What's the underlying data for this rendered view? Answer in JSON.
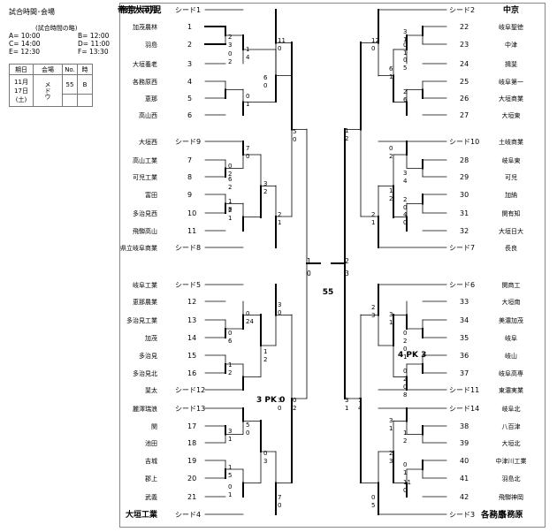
{
  "info": {
    "title": "試合時間･会場",
    "subtitle": "(試合時間の略)",
    "slots": [
      {
        "label": "A= 10:00",
        "side": "left"
      },
      {
        "label": "B= 12:00",
        "side": "right"
      },
      {
        "label": "C= 14:00",
        "side": "left"
      },
      {
        "label": "D= 11:00",
        "side": "right"
      },
      {
        "label": "E= 12:30",
        "side": "left"
      },
      {
        "label": "F= 13:30",
        "side": "right"
      }
    ],
    "table": {
      "headers": [
        "期日",
        "会場",
        "No.",
        "時"
      ],
      "date_lines": [
        "11月",
        "17日",
        "(土)"
      ],
      "venue": "メドウ",
      "no": "55",
      "time": "B"
    }
  },
  "champion": {
    "left": "帝京大可児",
    "right": "各務原"
  },
  "final": {
    "no": "55",
    "left_score": "1",
    "left_score2": "0",
    "right_score": "2",
    "right_score2": "3"
  },
  "left_teams": [
    {
      "name": "帝京大可児",
      "num": "シード1"
    },
    {
      "name": "加茂農林",
      "num": "1"
    },
    {
      "name": "羽島",
      "num": "2"
    },
    {
      "name": "大垣養老",
      "num": "3"
    },
    {
      "name": "各務原西",
      "num": "4"
    },
    {
      "name": "恵那",
      "num": "5"
    },
    {
      "name": "高山西",
      "num": "6"
    },
    {
      "name": "大垣西",
      "num": "シード9"
    },
    {
      "name": "高山工業",
      "num": "7"
    },
    {
      "name": "可児工業",
      "num": "8"
    },
    {
      "name": "富田",
      "num": "9"
    },
    {
      "name": "多治見西",
      "num": "10"
    },
    {
      "name": "飛騨高山",
      "num": "11"
    },
    {
      "name": "県立岐阜商業",
      "num": "シード8"
    },
    {
      "name": "岐阜工業",
      "num": "シード5"
    },
    {
      "name": "恵那農業",
      "num": "12"
    },
    {
      "name": "多治見工業",
      "num": "13"
    },
    {
      "name": "加茂",
      "num": "14"
    },
    {
      "name": "多治見",
      "num": "15"
    },
    {
      "name": "多治見北",
      "num": "16"
    },
    {
      "name": "斐太",
      "num": "シード12"
    },
    {
      "name": "麗澤瑞浪",
      "num": "シード13"
    },
    {
      "name": "関",
      "num": "17"
    },
    {
      "name": "池田",
      "num": "18"
    },
    {
      "name": "吉城",
      "num": "19"
    },
    {
      "name": "郡上",
      "num": "20"
    },
    {
      "name": "武義",
      "num": "21"
    },
    {
      "name": "大垣工業",
      "num": "シード4"
    }
  ],
  "right_teams": [
    {
      "name": "中京",
      "num": "シード2"
    },
    {
      "name": "岐阜聖徳",
      "num": "22"
    },
    {
      "name": "中津",
      "num": "23"
    },
    {
      "name": "揖斐",
      "num": "24"
    },
    {
      "name": "岐阜第一",
      "num": "25"
    },
    {
      "name": "大垣商業",
      "num": "26"
    },
    {
      "name": "大垣東",
      "num": "27"
    },
    {
      "name": "土岐商業",
      "num": "シード10"
    },
    {
      "name": "岐阜東",
      "num": "28"
    },
    {
      "name": "可児",
      "num": "29"
    },
    {
      "name": "加納",
      "num": "30"
    },
    {
      "name": "関有知",
      "num": "31"
    },
    {
      "name": "大垣日大",
      "num": "32"
    },
    {
      "name": "長良",
      "num": "シード7"
    },
    {
      "name": "関商工",
      "num": "シード6"
    },
    {
      "name": "大垣南",
      "num": "33"
    },
    {
      "name": "美濃加茂",
      "num": "34"
    },
    {
      "name": "岐阜",
      "num": "35"
    },
    {
      "name": "岐山",
      "num": "36"
    },
    {
      "name": "岐阜高専",
      "num": "37"
    },
    {
      "name": "東濃実業",
      "num": "シード11"
    },
    {
      "name": "岐阜北",
      "num": "シード14"
    },
    {
      "name": "八百津",
      "num": "38"
    },
    {
      "name": "大垣北",
      "num": "39"
    },
    {
      "name": "中津川工業",
      "num": "40"
    },
    {
      "name": "羽島北",
      "num": "41"
    },
    {
      "name": "飛騨神岡",
      "num": "42"
    },
    {
      "name": "各務原",
      "num": "シード3"
    }
  ],
  "left_scores": [
    [
      "11",
      "0"
    ],
    [
      "2",
      "3"
    ],
    [
      "0",
      "2"
    ],
    [
      "1",
      "4"
    ],
    [
      "0",
      "1"
    ],
    [
      "6",
      "0"
    ],
    [
      "5",
      "0"
    ],
    [
      "7",
      "0"
    ],
    [
      "0",
      "2"
    ],
    [
      "6",
      "2"
    ],
    [
      "3",
      "2"
    ],
    [
      "1",
      "8"
    ],
    [
      "2",
      "1"
    ],
    [
      "2",
      "1"
    ],
    [
      "3",
      "0"
    ],
    [
      "0",
      "24"
    ],
    [
      "0",
      "6"
    ],
    [
      "1",
      "2"
    ],
    [
      "1",
      "2"
    ],
    [
      "3",
      "0"
    ],
    [
      "5",
      "0"
    ],
    [
      "3",
      "1"
    ],
    [
      "0",
      "3"
    ],
    [
      "1",
      "5"
    ],
    [
      "0",
      "1"
    ],
    [
      "7",
      "0"
    ],
    [
      "0",
      "2"
    ]
  ],
  "right_scores": [
    [
      "12",
      "0"
    ],
    [
      "3",
      "1"
    ],
    [
      "0",
      "1"
    ],
    [
      "0",
      "5"
    ],
    [
      "2",
      "6"
    ],
    [
      "6",
      "1"
    ],
    [
      "0",
      "2"
    ],
    [
      "3",
      "4"
    ],
    [
      "1",
      "2"
    ],
    [
      "2",
      "0"
    ],
    [
      "4",
      "0"
    ],
    [
      "2",
      "1"
    ],
    [
      "1",
      "2"
    ],
    [
      "2",
      "3"
    ],
    [
      "3",
      "1"
    ],
    [
      "0",
      "2"
    ],
    [
      "0",
      "1"
    ],
    [
      "0",
      "2"
    ],
    [
      "0",
      "8"
    ],
    [
      "1",
      "4"
    ],
    [
      "3",
      "1"
    ],
    [
      "1",
      "2"
    ],
    [
      "2",
      "3"
    ],
    [
      "0",
      "1"
    ],
    [
      "11",
      "0"
    ],
    [
      "0",
      "5"
    ],
    [
      "3",
      "1"
    ]
  ],
  "annotations": {
    "left_pk": "3 PK 0",
    "right_pk": "4 PK 3"
  }
}
